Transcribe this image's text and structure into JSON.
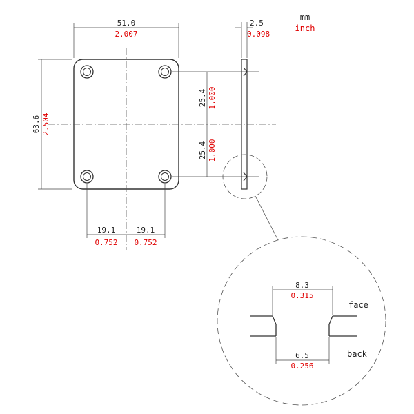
{
  "units": {
    "mm": "mm",
    "inch": "inch"
  },
  "plate": {
    "width": {
      "mm": "51.0",
      "inch": "2.007"
    },
    "height": {
      "mm": "63.6",
      "inch": "2.504"
    },
    "hole_spacing_upper": {
      "mm": "25.4",
      "inch": "1.000"
    },
    "hole_spacing_lower": {
      "mm": "25.4",
      "inch": "1.000"
    },
    "hole_offset_left": {
      "mm": "19.1",
      "inch": "0.752"
    },
    "hole_offset_right": {
      "mm": "19.1",
      "inch": "0.752"
    }
  },
  "side_view": {
    "thickness": {
      "mm": "2.5",
      "inch": "0.098"
    }
  },
  "detail_view": {
    "top_diameter": {
      "mm": "8.3",
      "inch": "0.315"
    },
    "bottom_diameter": {
      "mm": "6.5",
      "inch": "0.256"
    },
    "face_label": "face",
    "back_label": "back"
  },
  "colors": {
    "line": "#333333",
    "dim_text": "#222222",
    "inch_text": "#e00000"
  }
}
